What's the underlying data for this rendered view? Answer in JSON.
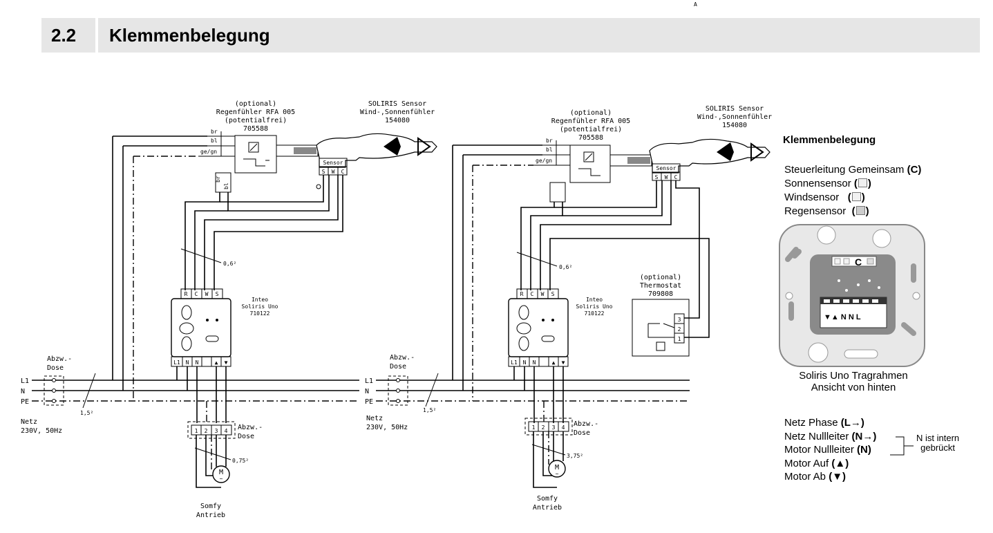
{
  "header": {
    "number": "2.2",
    "title": "Klemmenbelegung"
  },
  "top_mark": "A",
  "diagram_left": {
    "rain": [
      "(optional)",
      "Regenfühler RFA 005",
      "(potentialfrei)",
      "705588"
    ],
    "soliris": [
      "SOLIRIS Sensor",
      "Wind-,Sonnenfühler",
      "154080"
    ],
    "wire_labels": [
      "br",
      "bl",
      "ge/gn"
    ],
    "wire_labels_v": [
      "br",
      "bl"
    ],
    "sensor_title": "Sensor",
    "sensor_terms": [
      "S",
      "W",
      "C"
    ],
    "cable_top": "0,6²",
    "module_label": [
      "Inteo",
      "Soliris Uno",
      "710122"
    ],
    "module_top_terms": [
      "R",
      "C",
      "W",
      "S"
    ],
    "module_bottom_terms": [
      "L1",
      "N",
      "N",
      "▲",
      "▼"
    ],
    "dose_left": [
      "Abzw.-",
      "Dose"
    ],
    "bus_labels": [
      "L1",
      "N",
      "PE"
    ],
    "bus_cable": "1,5²",
    "netz": [
      "Netz",
      "230V, 50Hz"
    ],
    "dose_bottom_terms": [
      "1",
      "2",
      "3",
      "4"
    ],
    "dose_bottom_label": [
      "Abzw.-",
      "Dose"
    ],
    "motor_cable": "0,75²",
    "motor": "M",
    "drive": [
      "Somfy",
      "Antrieb"
    ]
  },
  "diagram_right": {
    "rain": [
      "(optional)",
      "Regenfühler RFA 005",
      "(potentialfrei)",
      "705588"
    ],
    "soliris": [
      "SOLIRIS Sensor",
      "Wind-,Sonnenfühler",
      "154080"
    ],
    "thermostat": [
      "(optional)",
      "Thermostat",
      "709808"
    ],
    "thermo_terms": [
      "3",
      "2",
      "1"
    ],
    "motor_cable": "3,75²"
  },
  "legend": {
    "title": "Klemmenbelegung",
    "control": [
      "Steuerleitung Gemeinsam ",
      "(C)"
    ],
    "sensors": [
      {
        "label": "Sonnensensor",
        "icon": "sun-icon"
      },
      {
        "label": "Windsensor",
        "icon": "wind-icon"
      },
      {
        "label": "Regensensor",
        "icon": "rain-icon"
      }
    ],
    "frame_caption": [
      "Soliris Uno Tragrahmen",
      "Ansicht von hinten"
    ],
    "frame_c": "C",
    "frame_terms": "▼▲  N N L",
    "power": [
      {
        "text": "Netz Phase ",
        "bold": "(L→)"
      },
      {
        "text": "Netz Nullleiter ",
        "bold": "(N→)"
      },
      {
        "text": "Motor Nullleiter ",
        "bold": "(N)"
      },
      {
        "text": "Motor Auf ",
        "bold": "(▲)"
      },
      {
        "text": "Motor Ab ",
        "bold": "(▼)"
      }
    ],
    "bridge_note": [
      "N ist intern",
      "gebrückt"
    ]
  }
}
